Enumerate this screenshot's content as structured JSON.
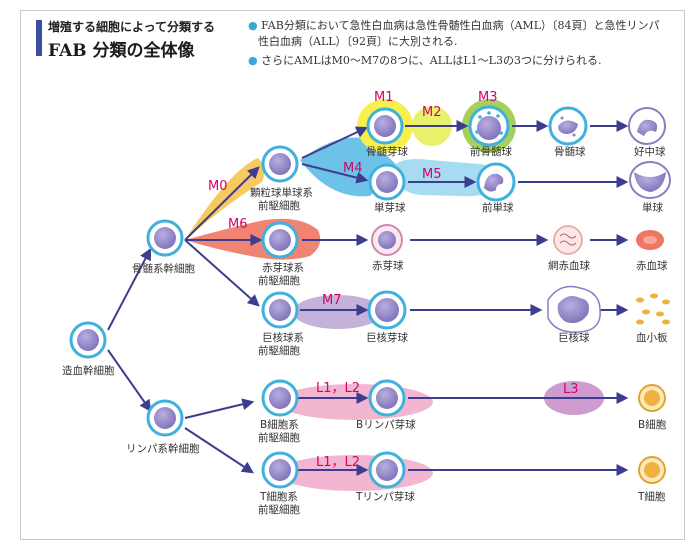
{
  "header": {
    "subtitle": "増殖する細胞によって分類する",
    "title": "FAB 分類の全体像",
    "note1_line1": "FAB分類において急性白血病は急性骨髄性白血病（AML）〔84頁〕と急性リンパ",
    "note1_line2": "性白血病（ALL）〔92頁〕に大別される.",
    "note2": "さらにAMLはM0～M7の8つに、ALLはL1～L3の3つに分けられる."
  },
  "cells": {
    "hsc": "造血幹細胞",
    "myeloid_stem": "骨髄系幹細胞",
    "lymphoid_stem": "リンパ系幹細胞",
    "cfu_gm_l1": "顆粒球単球系",
    "cfu_gm_l2": "前駆細胞",
    "erythroid_l1": "赤芽球系",
    "erythroid_l2": "前駆細胞",
    "mega_l1": "巨核球系",
    "mega_l2": "前駆細胞",
    "myeloblast": "骨髄芽球",
    "promyelocyte": "前骨髄球",
    "myelocyte": "骨髄球",
    "neutrophil": "好中球",
    "monoblast": "単芽球",
    "promonocyte": "前単球",
    "monocyte": "単球",
    "erythroblast": "赤芽球",
    "reticulocyte": "網赤血球",
    "rbc": "赤血球",
    "megakaryoblast": "巨核芽球",
    "megakaryocyte": "巨核球",
    "platelet": "血小板",
    "b_prog_l1": "B細胞系",
    "b_prog_l2": "前駆細胞",
    "b_lymphoblast": "Bリンパ芽球",
    "b_cell": "B細胞",
    "t_prog_l1": "T細胞系",
    "t_prog_l2": "前駆細胞",
    "t_lymphoblast": "Tリンパ芽球",
    "t_cell": "T細胞"
  },
  "subtypes": {
    "m0": "M0",
    "m1": "M1",
    "m2": "M2",
    "m3": "M3",
    "m4": "M4",
    "m5": "M5",
    "m6": "M6",
    "m7": "M7",
    "l12_b": "L1，L2",
    "l12_t": "L1，L2",
    "l3": "L3"
  },
  "colors": {
    "arrow": "#3d3d8f",
    "cell_ring": "#3fb1dc",
    "nucleus": "#8a7ec3",
    "m0": "#f4c142",
    "m1": "#f6ef4c",
    "m2": "#e9f06a",
    "m3": "#a7cf5c",
    "m4": "#53b7e3",
    "m5": "#a7dbf2",
    "m6": "#ee7663",
    "m7": "#c4b2da",
    "lymph": "#f3b6d0",
    "l3": "#cf9cd0",
    "title_bar": "#3b4ea0"
  }
}
